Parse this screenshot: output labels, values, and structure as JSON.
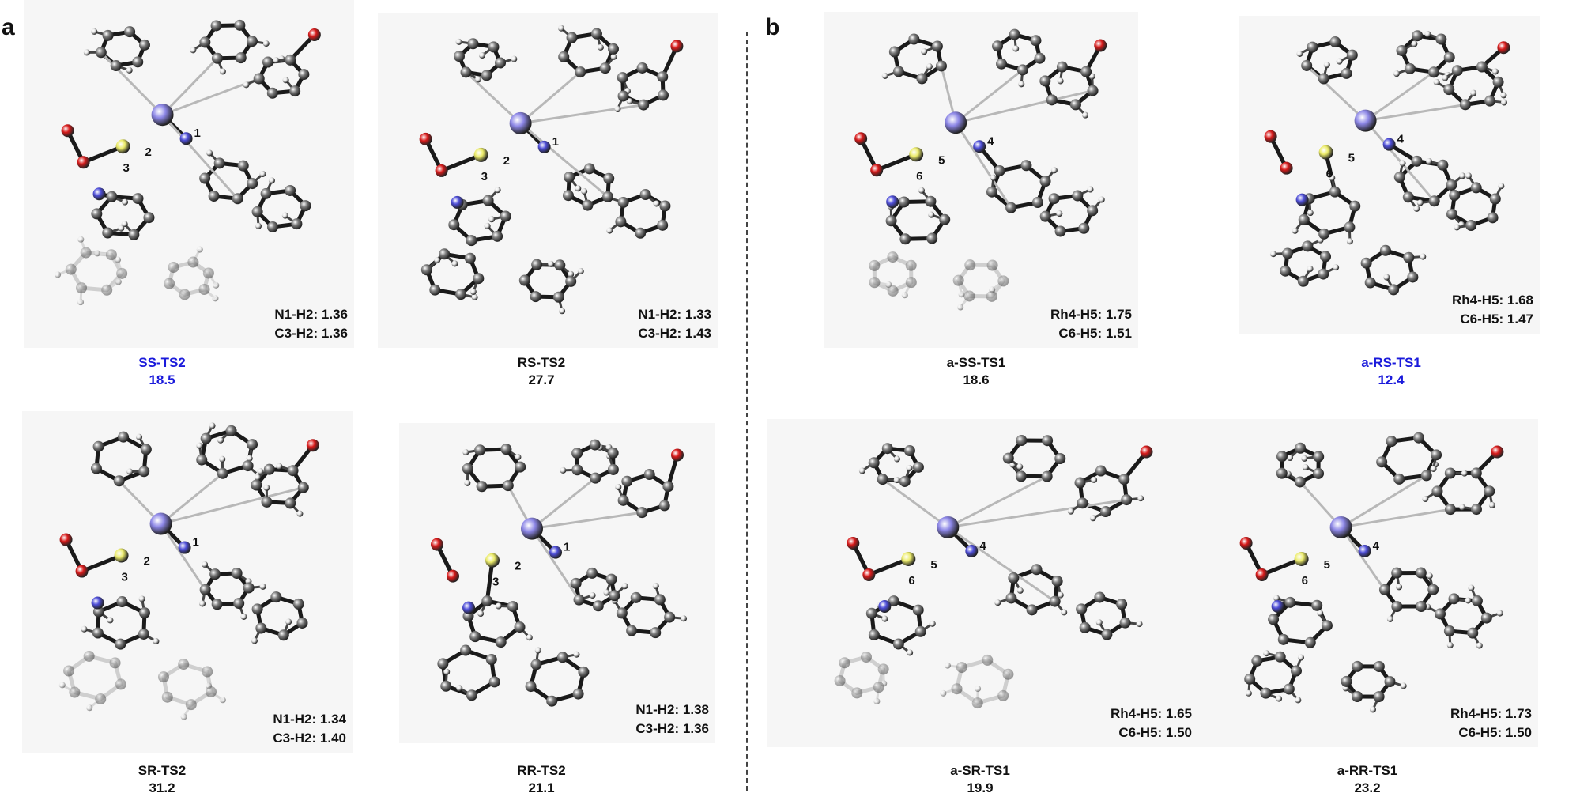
{
  "panels": {
    "a": "a",
    "b": "b"
  },
  "colors": {
    "highlight": "#1a1adb",
    "rhodium": "#8c86e6",
    "nitrogen": "#4e4ed8",
    "oxygen": "#d81a1a",
    "sulfur": "#ecec6a",
    "carbon": "#7a7a7a",
    "hydrogen": "#ffffff"
  },
  "structures": [
    {
      "id": "SS-TS2",
      "name": "SS-TS2",
      "energy": "18.5",
      "highlight": true,
      "metric1": "N1-H2: 1.36",
      "metric2": "C3-H2: 1.36",
      "atom_labels": [
        "1",
        "2",
        "3"
      ]
    },
    {
      "id": "RS-TS2",
      "name": "RS-TS2",
      "energy": "27.7",
      "highlight": false,
      "metric1": "N1-H2: 1.33",
      "metric2": "C3-H2: 1.43",
      "atom_labels": [
        "1",
        "2",
        "3"
      ]
    },
    {
      "id": "SR-TS2",
      "name": "SR-TS2",
      "energy": "31.2",
      "highlight": false,
      "metric1": "N1-H2: 1.34",
      "metric2": "C3-H2: 1.40",
      "atom_labels": [
        "1",
        "2",
        "3"
      ]
    },
    {
      "id": "RR-TS2",
      "name": "RR-TS2",
      "energy": "21.1",
      "highlight": false,
      "metric1": "N1-H2: 1.38",
      "metric2": "C3-H2: 1.36",
      "atom_labels": [
        "1",
        "2",
        "3"
      ]
    },
    {
      "id": "a-SS-TS1",
      "name": "a-SS-TS1",
      "energy": "18.6",
      "highlight": false,
      "metric1": "Rh4-H5: 1.75",
      "metric2": "C6-H5: 1.51",
      "atom_labels": [
        "4",
        "5",
        "6"
      ]
    },
    {
      "id": "a-RS-TS1",
      "name": "a-RS-TS1",
      "energy": "12.4",
      "highlight": true,
      "metric1": "Rh4-H5: 1.68",
      "metric2": "C6-H5: 1.47",
      "atom_labels": [
        "4",
        "5",
        "6"
      ]
    },
    {
      "id": "a-SR-TS1",
      "name": "a-SR-TS1",
      "energy": "19.9",
      "highlight": false,
      "metric1": "Rh4-H5: 1.65",
      "metric2": "C6-H5: 1.50",
      "atom_labels": [
        "4",
        "5",
        "6"
      ]
    },
    {
      "id": "a-RR-TS1",
      "name": "a-RR-TS1",
      "energy": "23.2",
      "highlight": false,
      "metric1": "Rh4-H5: 1.73",
      "metric2": "C6-H5: 1.50",
      "atom_labels": [
        "4",
        "5",
        "6"
      ]
    }
  ]
}
